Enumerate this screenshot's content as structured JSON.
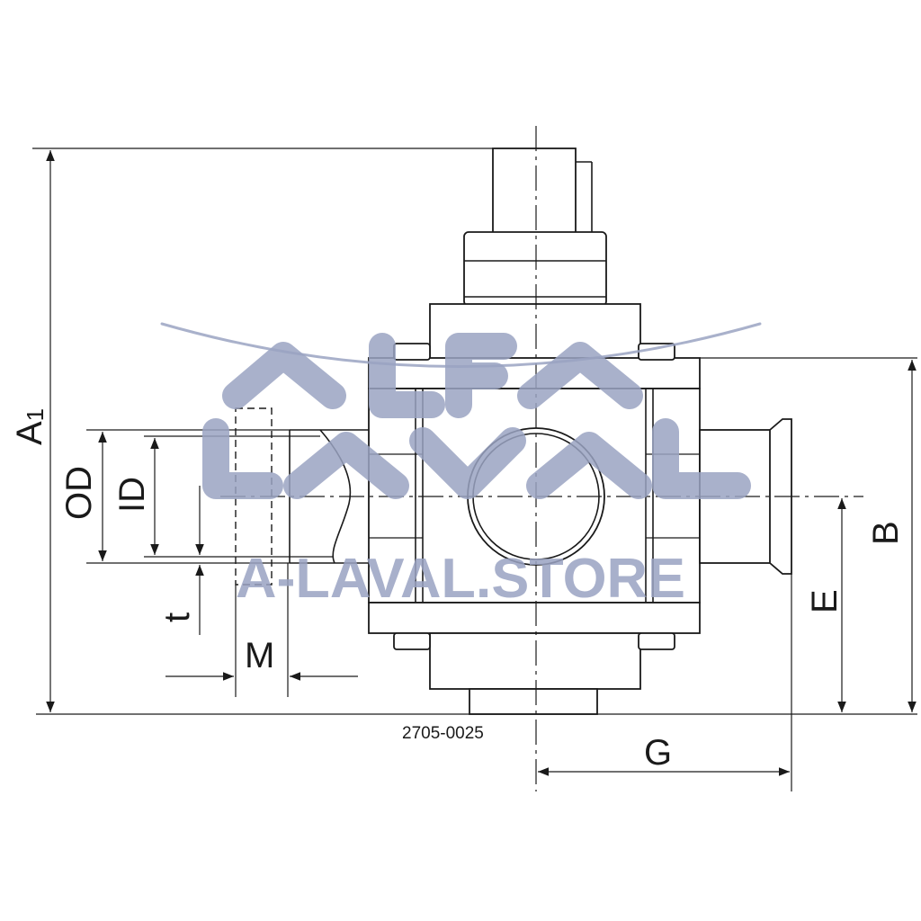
{
  "drawing_number": "2705-0025",
  "dimensions": {
    "a1": "A",
    "a1_sub": "1",
    "od": "OD",
    "id": "ID",
    "t": "t",
    "m": "M",
    "b": "B",
    "e": "E",
    "g": "G"
  },
  "watermark": {
    "brand": "A-LAVAL.STORE",
    "color": "#9aa3c2"
  }
}
